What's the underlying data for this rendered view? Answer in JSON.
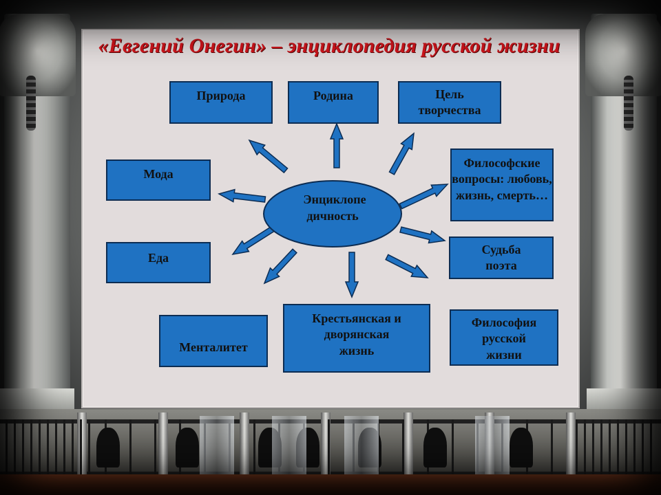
{
  "title": "«Евгений Онегин» – энциклопедия русской жизни",
  "center": {
    "line1": "Энциклопе",
    "line2": "дичность"
  },
  "boxes": {
    "priroda": [
      "Природа"
    ],
    "rodina": [
      "Родина"
    ],
    "cel": [
      "Цель",
      "творчества"
    ],
    "moda": [
      "Мода"
    ],
    "filosofskie": [
      "Философские",
      "вопросы: любовь,",
      "жизнь, смерть…"
    ],
    "eda": [
      "Еда"
    ],
    "sudba": [
      "Судьба",
      "поэта"
    ],
    "krest": [
      "Крестьянская и",
      "дворянская",
      "жизнь"
    ],
    "mentalitet": [
      "Менталитет"
    ],
    "filosofiya": [
      "Философия",
      "русской",
      "жизни"
    ]
  },
  "colors": {
    "box_fill": "#1f72c2",
    "box_border": "#0c2c52",
    "title": "#d3151c",
    "panel": "#e2dcdc"
  },
  "icons": [
    "lion-head-icon",
    "chain-icon",
    "silhouette-figure-icon"
  ]
}
